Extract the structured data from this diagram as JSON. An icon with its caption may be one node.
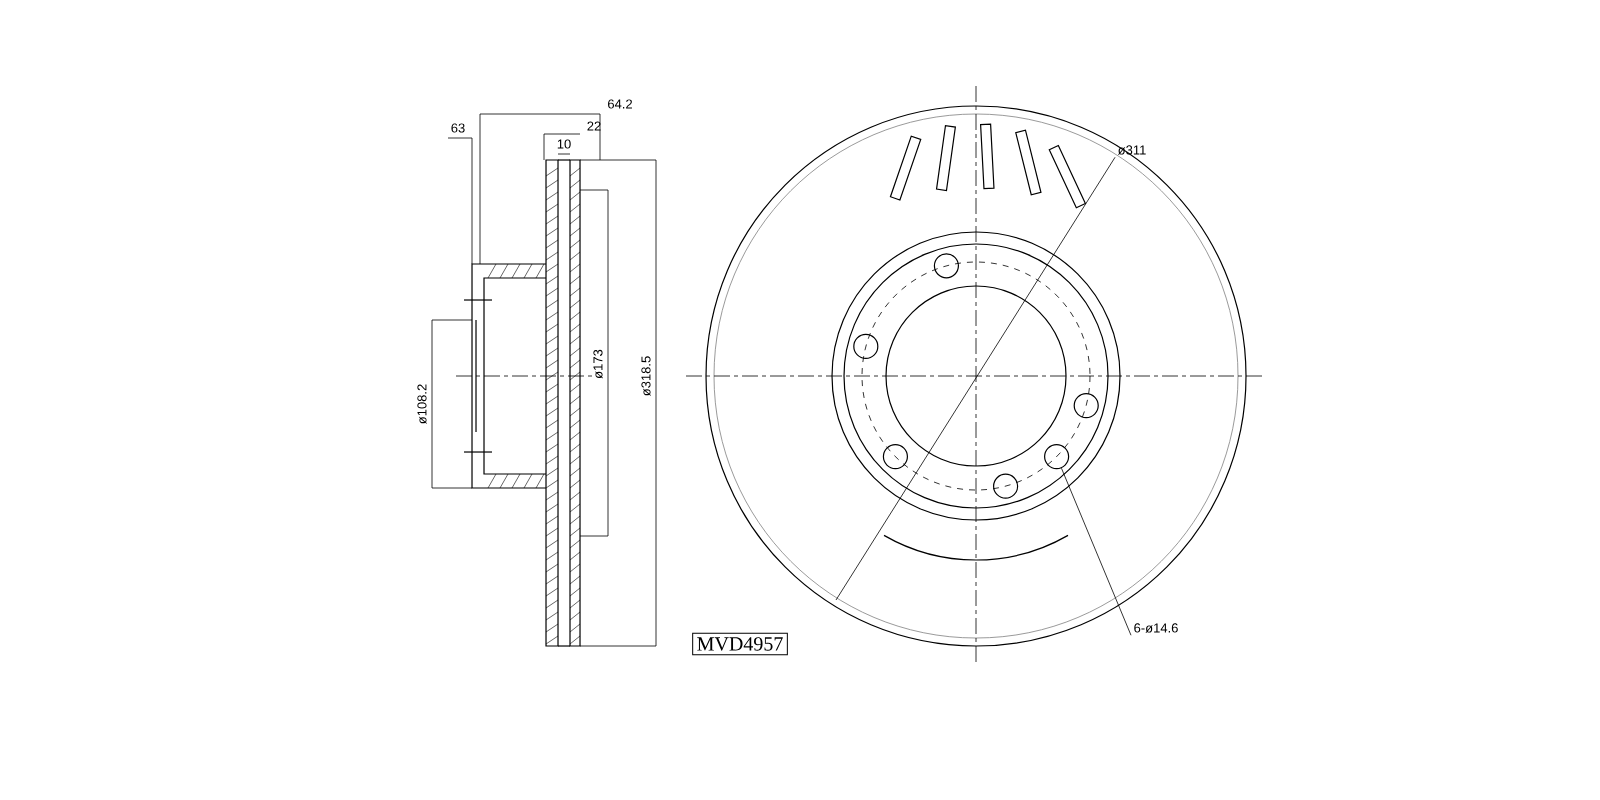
{
  "diagram": {
    "nodes": [
      {
        "text": [
          "ø311"
        ]
      },
      {
        "text": [
          "6-ø14.6"
        ]
      },
      {
        "text": [],
        "shape": "circle"
      }
    ],
    "edges": [
      {
        "from": 0,
        "to": null,
        "arrow": "none"
      },
      {
        "from": 1,
        "to": 2,
        "arrow": "none"
      }
    ],
    "labels": [
      "64.2",
      "22",
      "63",
      "10",
      "ø108.2",
      "ø173",
      "ø318.5",
      "MVD4957"
    ]
  }
}
